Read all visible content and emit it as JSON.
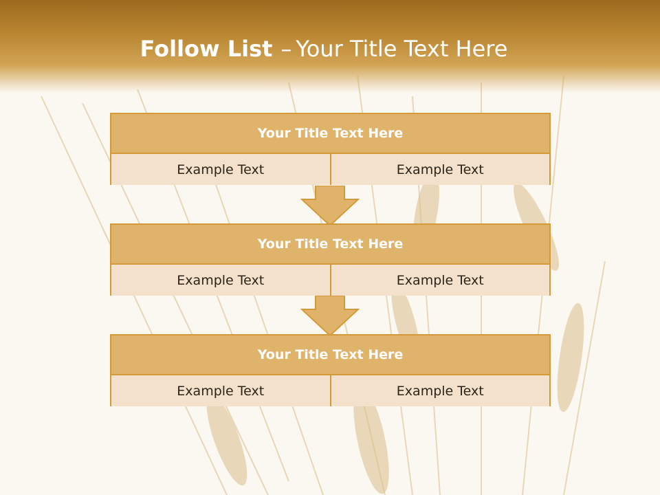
{
  "slide": {
    "title_bold": "Follow List",
    "title_separator": "–",
    "title_rest": "Your Title Text Here"
  },
  "steps": [
    {
      "title": "Your Title Text Here",
      "left": "Example Text",
      "right": "Example Text"
    },
    {
      "title": "Your Title Text Here",
      "left": "Example Text",
      "right": "Example Text"
    },
    {
      "title": "Your Title Text Here",
      "left": "Example Text",
      "right": "Example Text"
    }
  ],
  "colors": {
    "header": "#b8842f",
    "block_title_fill": "#e0b36b",
    "block_cell_fill": "#f3e1cb",
    "border": "#d49a3a"
  }
}
